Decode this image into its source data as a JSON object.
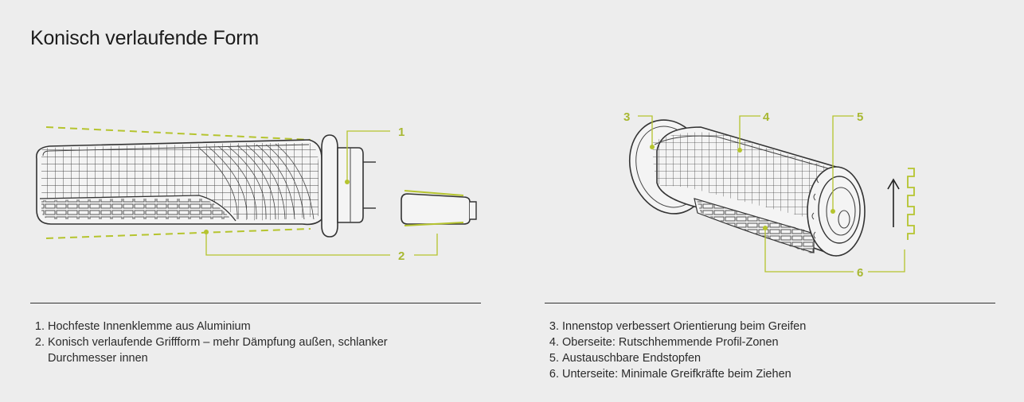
{
  "title": "Konisch verlaufende Form",
  "colors": {
    "accent": "#b5c42e",
    "outline": "#333333",
    "background": "#ededed"
  },
  "callouts": {
    "c1": "1",
    "c2": "2",
    "c3": "3",
    "c4": "4",
    "c5": "5",
    "c6": "6"
  },
  "legend_left": [
    {
      "num": "1.",
      "text": "Hochfeste Innenklemme aus Aluminium"
    },
    {
      "num": "2.",
      "text": "Konisch verlaufende Griffform – mehr Dämpfung außen, schlanker Durchmesser innen"
    }
  ],
  "legend_right": [
    {
      "num": "3.",
      "text": "Innenstop verbessert Orientierung beim Greifen"
    },
    {
      "num": "4.",
      "text": "Oberseite: Rutschhemmende Profil-Zonen"
    },
    {
      "num": "5.",
      "text": "Austauschbare Endstopfen"
    },
    {
      "num": "6.",
      "text": "Unterseite: Minimale Greifkräfte beim Ziehen"
    }
  ]
}
